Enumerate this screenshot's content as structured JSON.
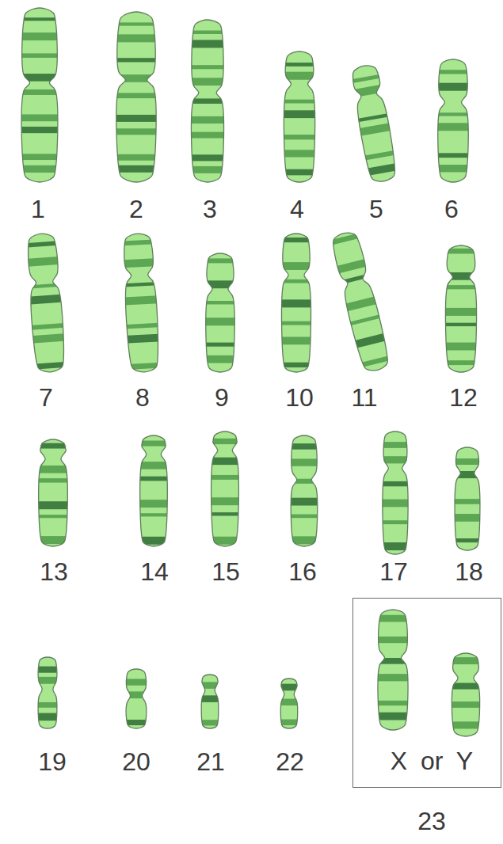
{
  "diagram": {
    "nodes": [
      {
        "text": [
          "X or Y",
          "23"
        ]
      }
    ],
    "labels": [
      "1",
      "2",
      "3",
      "4",
      "5",
      "6",
      "7",
      "8",
      "9",
      "10",
      "11",
      "12",
      "13",
      "14",
      "15",
      "16",
      "17",
      "18",
      "19",
      "20",
      "21",
      "22"
    ]
  }
}
